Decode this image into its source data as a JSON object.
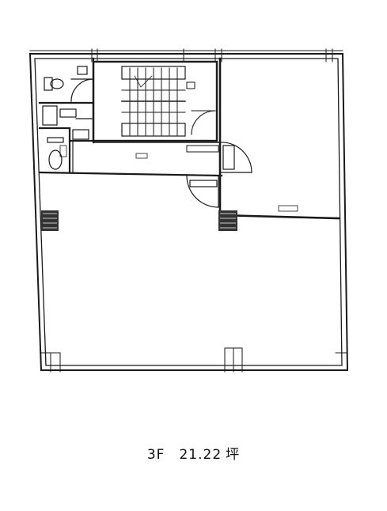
{
  "caption": {
    "floor": "3F",
    "area": "21.22",
    "unit": "坪"
  },
  "colors": {
    "line": "#1a1a1a",
    "hatch": "#333333",
    "background": "#ffffff"
  }
}
